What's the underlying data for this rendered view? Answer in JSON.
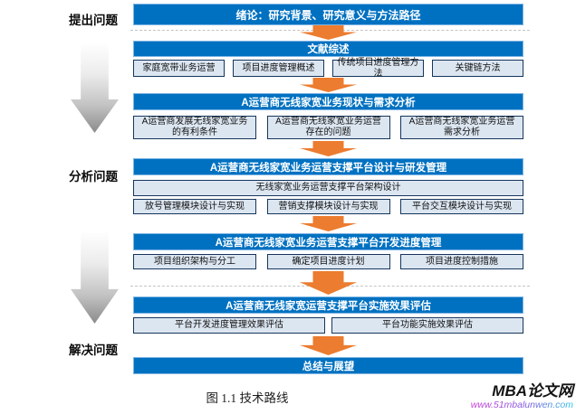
{
  "diagram": {
    "phases": [
      {
        "label": "提出问题"
      },
      {
        "label": "分析问题"
      },
      {
        "label": "解决问题"
      }
    ],
    "sections": [
      {
        "header": "绪论：研究背景、研究意义与方法路径"
      },
      {
        "header": "文献综述",
        "boxes": [
          "家庭宽带业务运营",
          "项目进度管理概述",
          "传统项目进度管理方法",
          "关键链方法"
        ]
      },
      {
        "header": "A运营商无线家宽业务现状与需求分析",
        "boxes": [
          "A运营商发展无线家宽业务\n的有利条件",
          "A运营商无线家宽业务运营\n存在的问题",
          "A运营商无线家宽业务运营\n需求分析"
        ]
      },
      {
        "header": "A运营商无线家宽业务运营支撑平台设计与研发管理",
        "wide_box": "无线家宽业务运营支撑平台架构设计",
        "boxes": [
          "放号管理模块设计与实现",
          "营销支撑模块设计与实现",
          "平台交互模块设计与实现"
        ]
      },
      {
        "header": "A运营商无线家宽业务运营支撑平台开发进度管理",
        "boxes": [
          "项目组织架构与分工",
          "确定项目进度计划",
          "项目进度控制措施"
        ]
      },
      {
        "header": "A运营商无线家宽运营支撑平台实施效果评估",
        "boxes": [
          "平台开发进度管理效果评估",
          "平台功能实施效果评估"
        ]
      },
      {
        "header": "总结与展望"
      }
    ],
    "caption": "图 1.1 技术路线",
    "watermark": {
      "site_name": "MBA论文网",
      "site_url": "www.51mbalunwen.com"
    },
    "colors": {
      "header_blue": "#0071C1",
      "box_fill": "#DCE6F1",
      "box_border": "#16365C",
      "arrow_orange": "#EC7C2F",
      "arrow_gray_start": "#FFFFFF",
      "arrow_gray_end": "#8A8A8A"
    }
  }
}
